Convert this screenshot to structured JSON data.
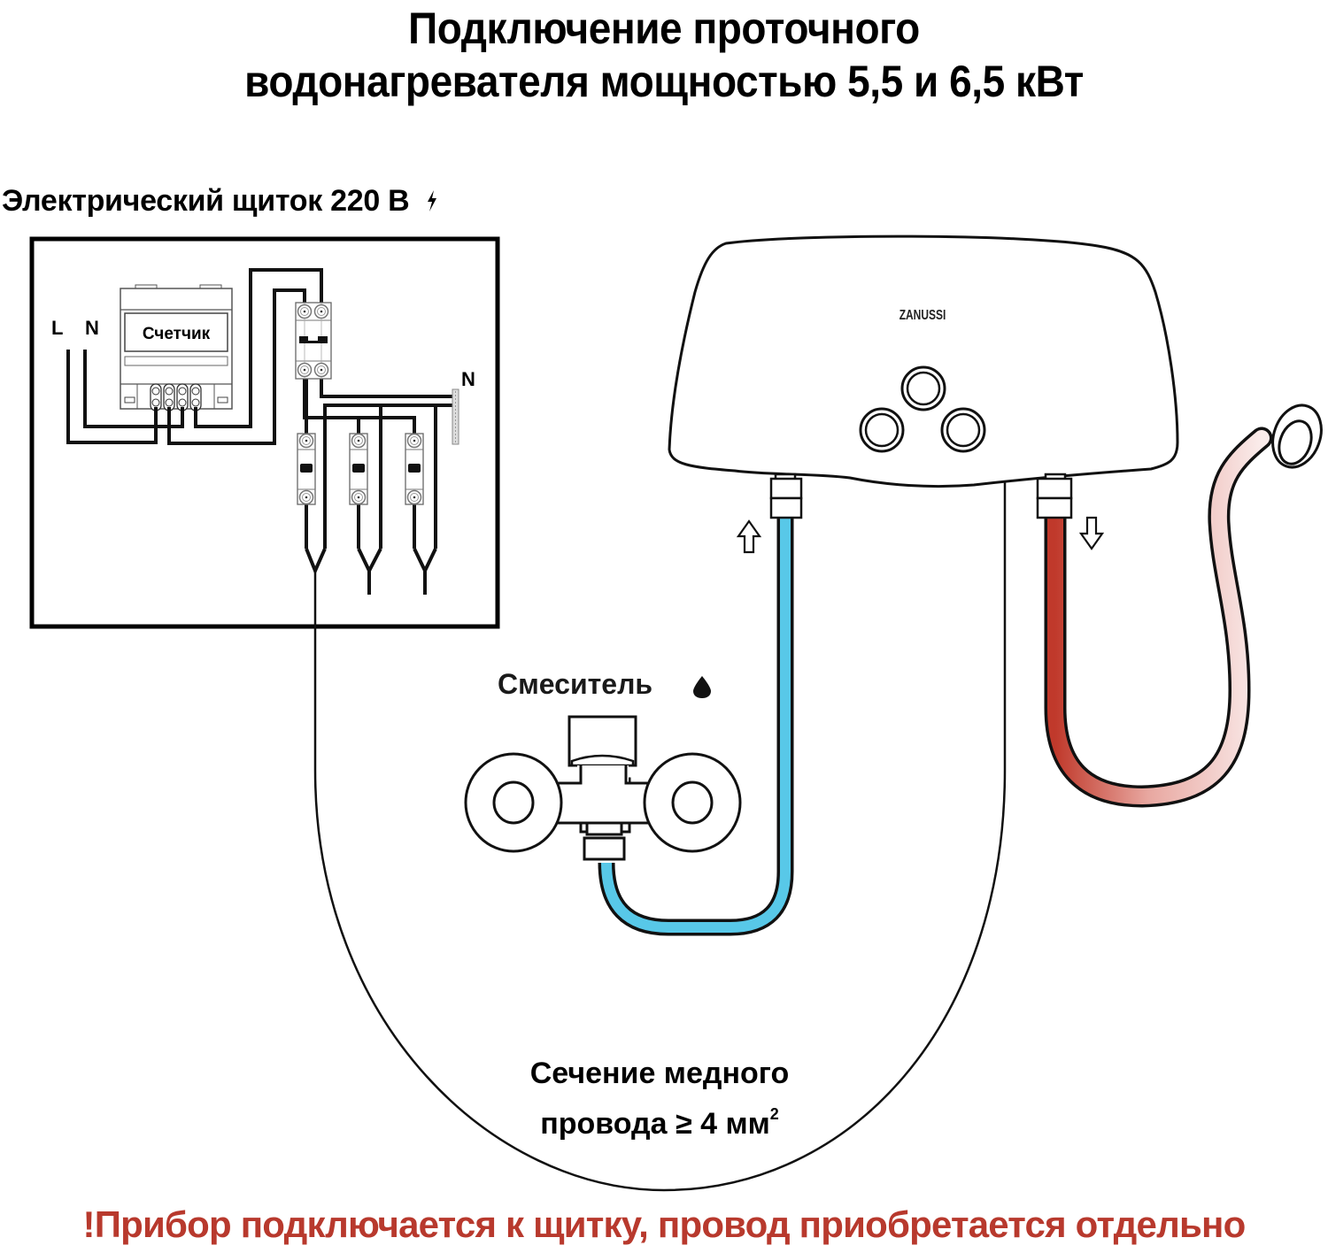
{
  "title": {
    "line1": "Подключение проточного",
    "line2": "водонагревателя мощностью 5,5 и 6,5 кВт"
  },
  "panel": {
    "label": "Электрический щиток 220 В",
    "icon": "lightning-bolt-icon",
    "terminal_L": "L",
    "terminal_N": "N",
    "meter_label": "Счетчик",
    "neutral_bus_label": "N"
  },
  "heater": {
    "brand": "ZANUSSI",
    "buttons_count": 3
  },
  "mixer": {
    "label": "Смеситель",
    "icon": "water-drop-icon"
  },
  "wire_note": {
    "line1": "Сечение медного",
    "line2_text": "провода ≥ 4 мм",
    "line2_sup": "2"
  },
  "warning": "!Прибор подключается к щитку, провод приобретается отдельно",
  "colors": {
    "cold_pipe": "#58c8e8",
    "hot_pipe": "#c0392b",
    "shower_hose_light": "#f7e4e2",
    "warning_text": "#b8392d"
  }
}
